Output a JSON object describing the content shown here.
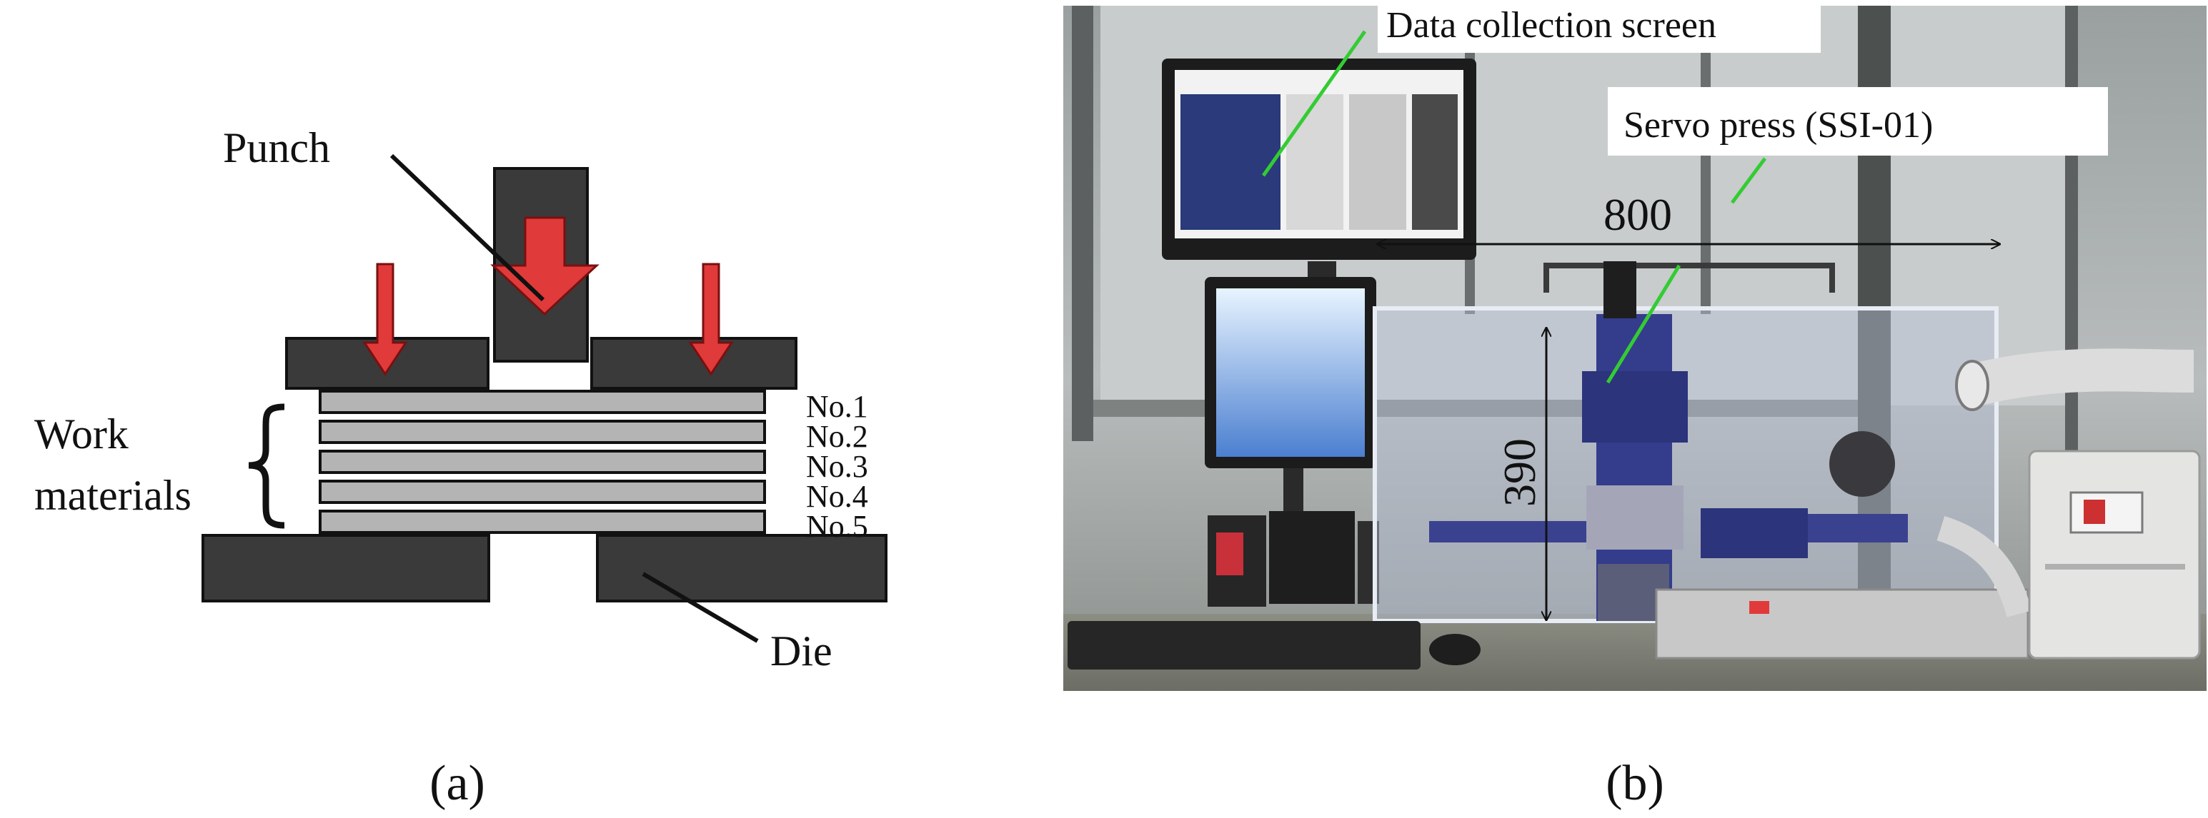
{
  "panel_a": {
    "punch_label": "Punch",
    "work_materials_line1": "Work",
    "work_materials_line2": "materials",
    "layers": [
      "No.1",
      "No.2",
      "No.3",
      "No.4",
      "No.5"
    ],
    "die_label": "Die",
    "caption": "(a)"
  },
  "panel_b": {
    "data_screen_label": "Data collection  screen",
    "servo_press_label": "Servo press (SSI-01)",
    "width_dim": "800",
    "height_dim": "390",
    "caption": "(b)"
  },
  "colors": {
    "dark_block": "#3a3a3a",
    "layer_gray": "#b4b4b4",
    "arrow_red": "#e03a3a",
    "leader_green": "#33cc33"
  }
}
